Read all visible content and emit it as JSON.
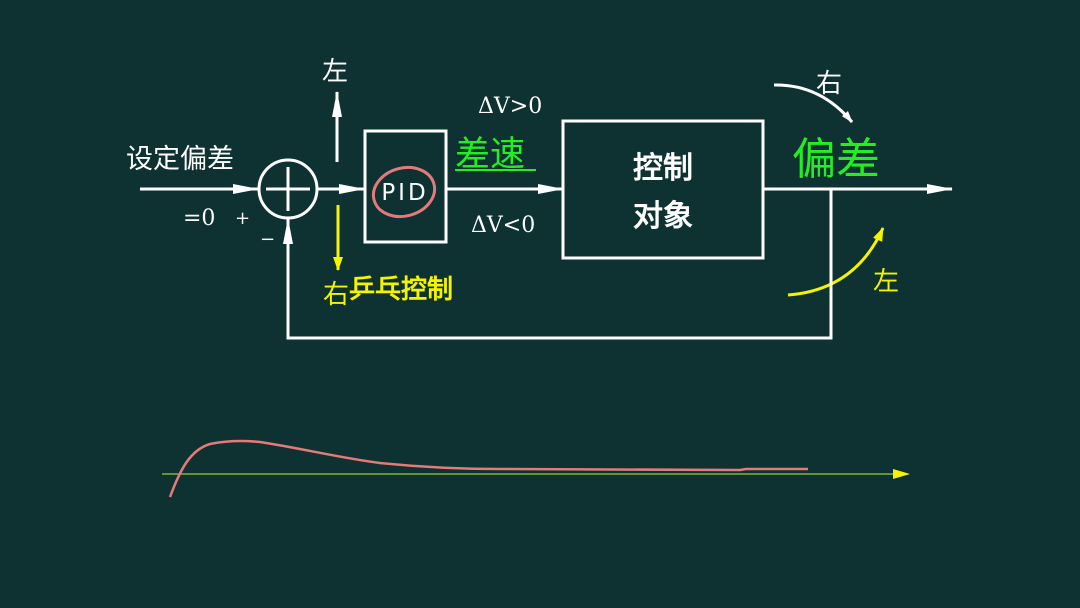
{
  "colors": {
    "background": "#0e3131",
    "white": "#ffffff",
    "green": "#22ee22",
    "yellow": "#f4f400",
    "red": "#e57a7a"
  },
  "diagram": {
    "input_label": "设定偏差",
    "input_value": "=0",
    "plus_sign": "+",
    "minus_sign": "−",
    "left_label_top": "左",
    "right_label_bottom": "右",
    "pingpong_label": "乒乓控制",
    "pid_label": "PID",
    "dv_positive": "ΔV>0",
    "dv_negative": "ΔV<0",
    "diff_speed": "差速",
    "plant_line1": "控制",
    "plant_line2": "对象",
    "output_label": "偏差",
    "output_right": "右",
    "output_left": "左"
  }
}
